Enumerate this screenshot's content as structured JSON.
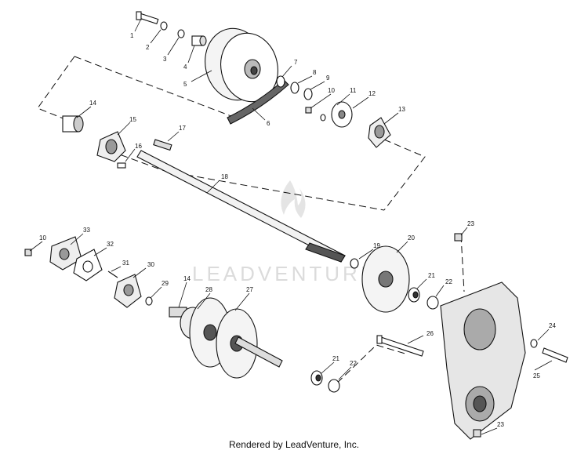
{
  "watermark": {
    "text": "LEADVENTURE"
  },
  "credit": {
    "text": "Rendered by LeadVenture, Inc."
  },
  "callouts": [
    "1",
    "2",
    "3",
    "4",
    "5",
    "6",
    "7",
    "8",
    "9",
    "10",
    "11",
    "12",
    "13",
    "14",
    "15",
    "16",
    "17",
    "18",
    "19",
    "20",
    "21",
    "22",
    "23",
    "24",
    "25",
    "26",
    "27",
    "28",
    "29",
    "30",
    "31",
    "32",
    "33"
  ],
  "extra_callouts": [
    "10",
    "14",
    "21",
    "22",
    "23"
  ]
}
